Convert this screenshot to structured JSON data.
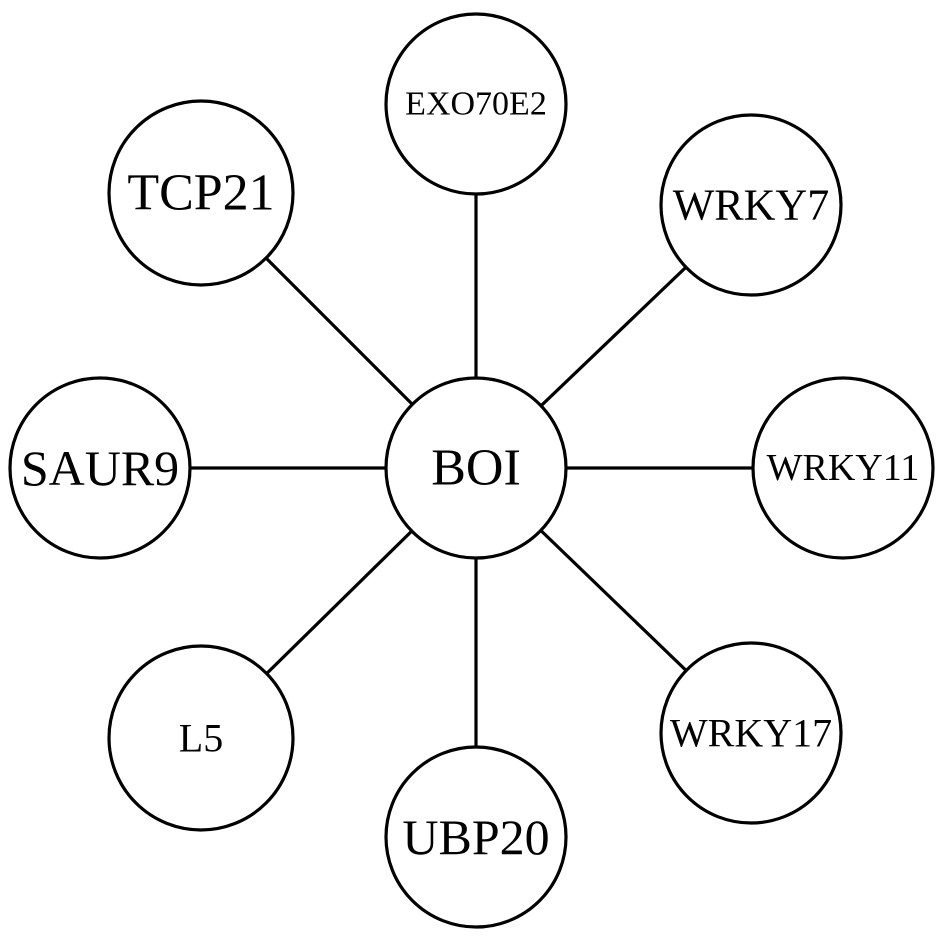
{
  "diagram": {
    "type": "network",
    "center": {
      "id": "BOI",
      "label": "BOI"
    },
    "nodes": [
      {
        "id": "EXO70E2",
        "label": "EXO70E2"
      },
      {
        "id": "WRKY7",
        "label": "WRKY7"
      },
      {
        "id": "WRKY11",
        "label": "WRKY11"
      },
      {
        "id": "WRKY17",
        "label": "WRKY17"
      },
      {
        "id": "UBP20",
        "label": "UBP20"
      },
      {
        "id": "L5",
        "label": "L5"
      },
      {
        "id": "SAUR9",
        "label": "SAUR9"
      },
      {
        "id": "TCP21",
        "label": "TCP21"
      }
    ],
    "edges": [
      {
        "from": "BOI",
        "to": "EXO70E2"
      },
      {
        "from": "BOI",
        "to": "WRKY7"
      },
      {
        "from": "BOI",
        "to": "WRKY11"
      },
      {
        "from": "BOI",
        "to": "WRKY17"
      },
      {
        "from": "BOI",
        "to": "UBP20"
      },
      {
        "from": "BOI",
        "to": "L5"
      },
      {
        "from": "BOI",
        "to": "SAUR9"
      },
      {
        "from": "BOI",
        "to": "TCP21"
      }
    ],
    "colors": {
      "stroke": "#000000",
      "fill": "#ffffff",
      "text": "#000000"
    }
  }
}
